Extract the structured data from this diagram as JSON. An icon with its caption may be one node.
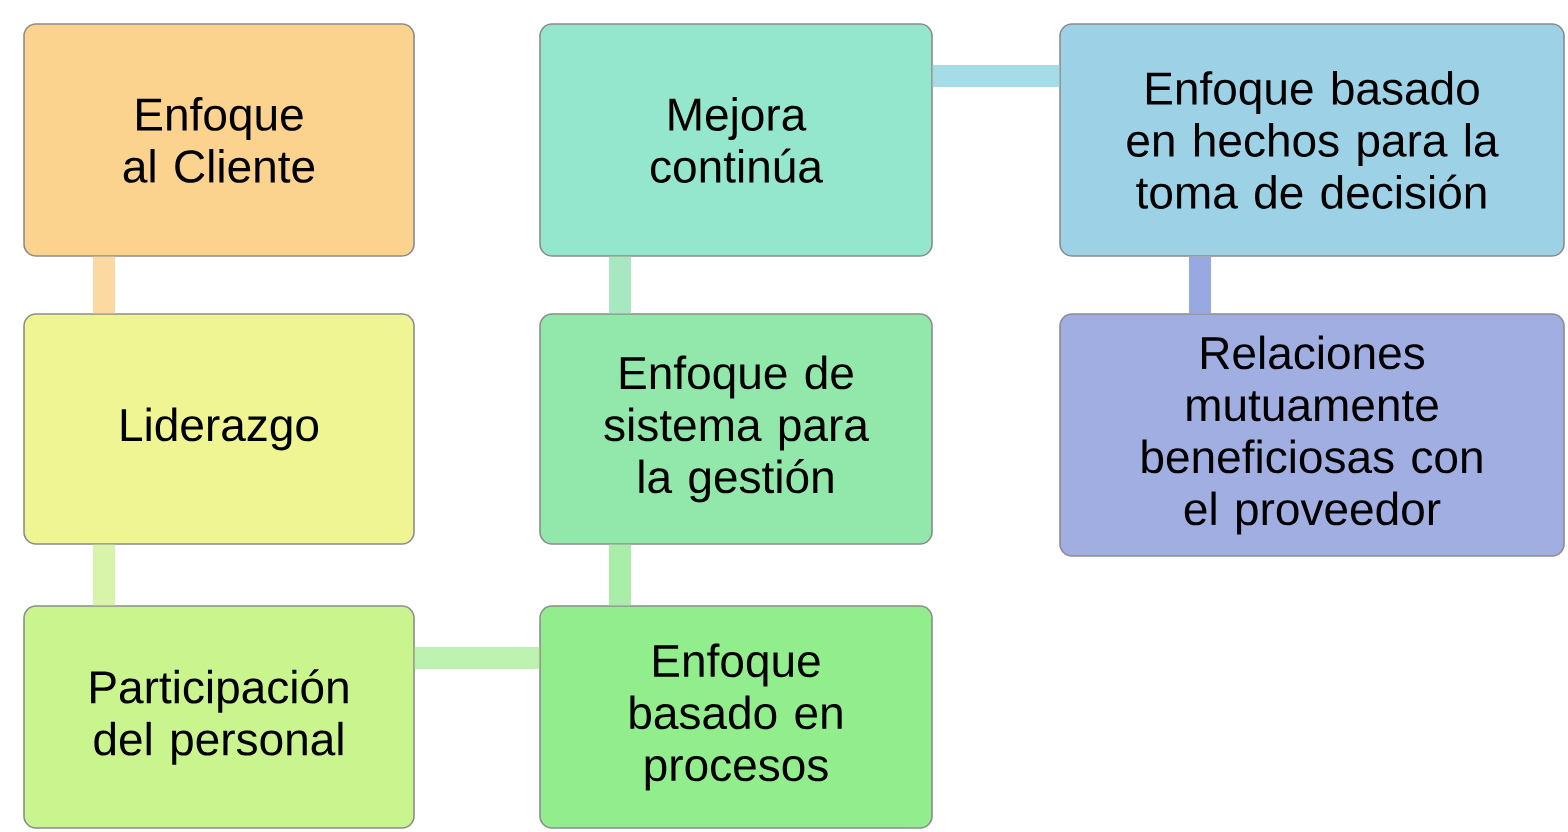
{
  "diagram": {
    "nodes": [
      {
        "text": [
          "Enfoque al Cliente"
        ]
      },
      {
        "text": [
          "Liderazgo"
        ]
      },
      {
        "text": [
          "Participación del personal"
        ]
      },
      {
        "text": [
          "Enfoque basado en procesos"
        ]
      },
      {
        "text": [
          "Enfoque de sistema para la gestión"
        ]
      },
      {
        "text": [
          "Mejora continúa"
        ]
      },
      {
        "text": [
          "Enfoque basado en hechos para la toma de decisión"
        ]
      },
      {
        "text": [
          "Relaciones mutuamente beneficiosas con el proveedor"
        ]
      }
    ],
    "edges": [
      {
        "from": 0,
        "to": 1,
        "arrow": "none"
      },
      {
        "from": 1,
        "to": 2,
        "arrow": "none"
      },
      {
        "from": 2,
        "to": 3,
        "arrow": "none"
      },
      {
        "from": 3,
        "to": 4,
        "arrow": "none"
      },
      {
        "from": 4,
        "to": 5,
        "arrow": "none"
      },
      {
        "from": 5,
        "to": 6,
        "arrow": "none"
      },
      {
        "from": 6,
        "to": 7,
        "arrow": "none",
        "color": "#98a8e0"
      }
    ]
  }
}
